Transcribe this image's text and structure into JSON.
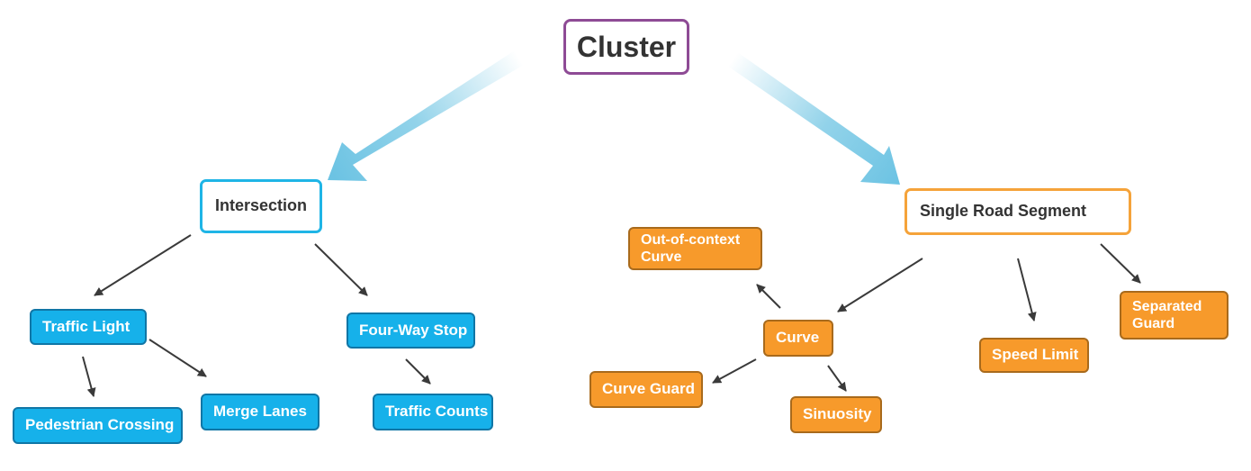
{
  "root": {
    "label": "Cluster",
    "color": "#8e4b95"
  },
  "branches": {
    "intersection": {
      "label": "Intersection",
      "color": "#1fb5e6",
      "items": {
        "traffic_light": "Traffic Light",
        "four_way_stop": "Four-Way Stop",
        "pedestrian_crossing": "Pedestrian Crossing",
        "merge_lanes": "Merge Lanes",
        "traffic_counts": "Traffic Counts"
      }
    },
    "single_road_segment": {
      "label": "Single Road Segment",
      "color": "#f5a33a",
      "items": {
        "out_of_context_curve": "Out-of-context Curve",
        "curve": "Curve",
        "curve_guard": "Curve Guard",
        "sinuosity": "Sinuosity",
        "speed_limit": "Speed Limit",
        "separated_guard": "Separated Guard"
      }
    }
  },
  "colors": {
    "big_arrow": "#7fcbe6",
    "small_arrow": "#3a3a3a",
    "blue_fill": "#16b1ea",
    "orange_fill": "#f79a2b"
  }
}
